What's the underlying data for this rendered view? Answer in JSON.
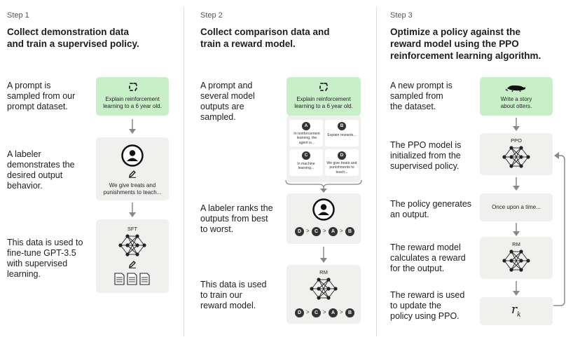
{
  "steps": [
    {
      "step_label": "Step 1",
      "heading": [
        "Collect demonstration data",
        "and train a supervised policy."
      ],
      "descs": [
        [
          "A prompt is",
          "sampled from our",
          "prompt dataset."
        ],
        [
          "A labeler",
          "demonstrates the",
          "desired output",
          "behavior."
        ],
        [
          "This data is used to",
          "fine-tune GPT-3.5",
          "with supervised",
          "learning."
        ]
      ],
      "prompt": [
        "Explain reinforcement",
        "learning to a 6 year old."
      ],
      "demo": [
        "We give treats and",
        "punishments to teach..."
      ],
      "model": "SFT"
    },
    {
      "step_label": "Step 2",
      "heading": [
        "Collect comparison data and",
        "train a reward model."
      ],
      "descs": [
        [
          "A prompt and",
          "several model",
          "outputs are",
          "sampled."
        ],
        [
          "A labeler ranks the",
          "outputs from best",
          "to worst."
        ],
        [
          "This data is used",
          "to train our",
          "reward model."
        ]
      ],
      "prompt": [
        "Explain reinforcement",
        "learning to a 6 year old."
      ],
      "outputs": [
        {
          "letter": "A",
          "text": [
            "In reinforcement",
            "learning, the",
            "agent is..."
          ]
        },
        {
          "letter": "B",
          "text": [
            "Explain rewards..."
          ]
        },
        {
          "letter": "C",
          "text": [
            "In machine",
            "learning..."
          ]
        },
        {
          "letter": "D",
          "text": [
            "We give treats and",
            "punishments to",
            "teach..."
          ]
        }
      ],
      "ranking": [
        "D",
        "C",
        "A",
        "B"
      ],
      "model": "RM"
    },
    {
      "step_label": "Step 3",
      "heading": [
        "Optimize a policy against the",
        "reward model using the PPO",
        "reinforcement learning algorithm."
      ],
      "descs": [
        [
          "A new prompt is",
          "sampled from",
          "the dataset."
        ],
        [
          "The PPO model is",
          "initialized from the",
          "supervised policy."
        ],
        [
          "The policy generates",
          "an output."
        ],
        [
          "The reward model",
          "calculates a reward",
          "for the output."
        ],
        [
          "The reward is used",
          "to update the",
          "policy using PPO."
        ]
      ],
      "prompt": [
        "Write a story",
        "about otters."
      ],
      "policy": "PPO",
      "output": "Once upon a time...",
      "reward_model": "RM",
      "reward_symbol": "r",
      "reward_sub": "k"
    }
  ],
  "colors": {
    "green": "#c9efc9",
    "panel": "#f0f0ef",
    "dark": "#333333"
  }
}
